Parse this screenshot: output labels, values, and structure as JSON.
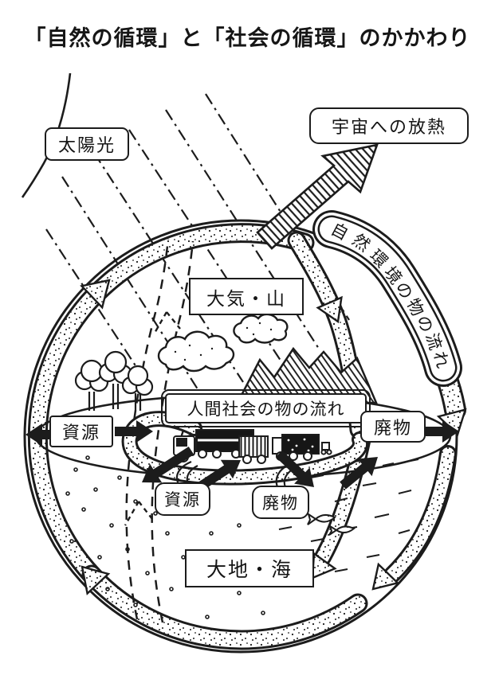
{
  "title": "「自然の循環」と「社会の循環」のかかわり",
  "colors": {
    "ink": "#1c1c1c",
    "paper": "#ffffff"
  },
  "labels": {
    "sunlight": "太陽光",
    "space_radiation": "宇宙への放熱",
    "atmosphere_mountain": "大気・山",
    "nature_flow": "自然環境の物の流れ",
    "nature_flow_chars": [
      "自",
      "然",
      "環",
      "境",
      "の",
      "物",
      "の",
      "流",
      "れ"
    ],
    "society_flow": "人間社会の物の流れ",
    "resource_input": "資源",
    "waste_output": "廃物",
    "resource_underground": "資源",
    "waste_underground": "廃物",
    "land_sea": "大地・海"
  }
}
